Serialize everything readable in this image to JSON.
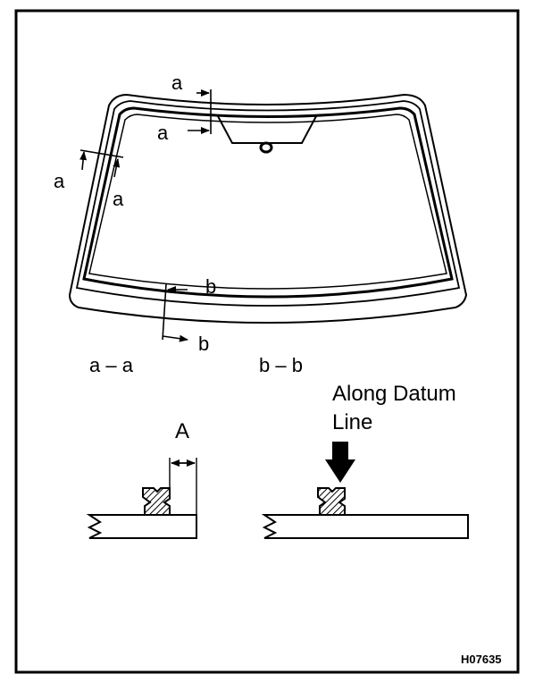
{
  "windshield": {
    "section_marks": {
      "a_top_right": "a",
      "a_top_left": "a",
      "a_side_outer": "a",
      "a_side_inner": "a",
      "b_upper": "b",
      "b_lower": "b"
    }
  },
  "sections": {
    "aa_title": "a – a",
    "bb_title": "b – b",
    "dimension_label": "A",
    "datum_label_line1": "Along Datum",
    "datum_label_line2": "Line"
  },
  "figure_code": "H07635"
}
